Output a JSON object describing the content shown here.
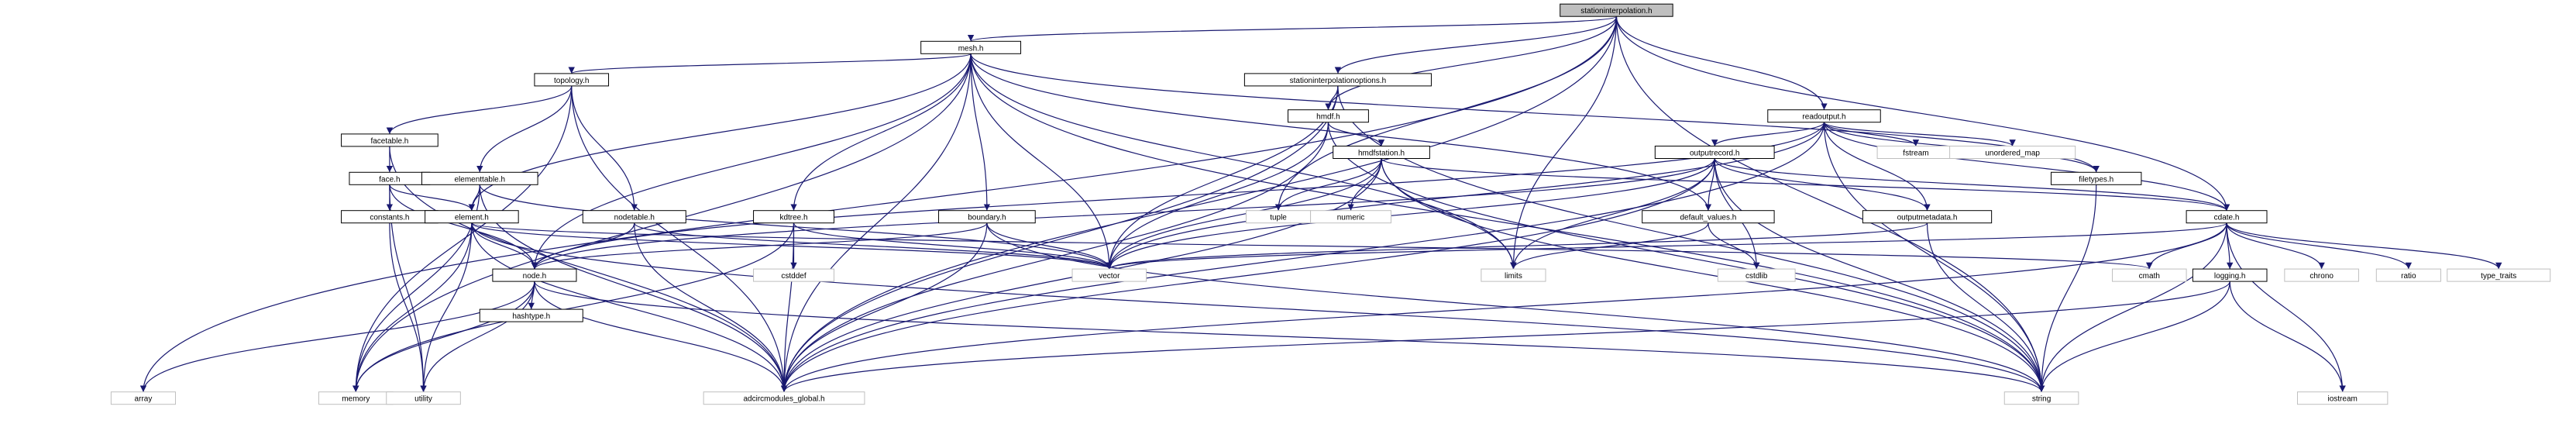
{
  "graph": {
    "colors": {
      "edge": "#191970",
      "root_fill": "#bfbfbf",
      "node_border": "#000000",
      "system_border": "#bfbfbf",
      "background": "#ffffff"
    },
    "nodes": {
      "stationinterpolation_h": "stationinterpolation.h",
      "mesh_h": "mesh.h",
      "topology_h": "topology.h",
      "facetable_h": "facetable.h",
      "face_h": "face.h",
      "constants_h": "constants.h",
      "elementtable_h": "elementtable.h",
      "element_h": "element.h",
      "nodetable_h": "nodetable.h",
      "node_h": "node.h",
      "hashtype_h": "hashtype.h",
      "kdtree_h": "kdtree.h",
      "boundary_h": "boundary.h",
      "stationinterpolationoptions_h": "stationinterpolationoptions.h",
      "hmdf_h": "hmdf.h",
      "hmdfstation_h": "hmdfstation.h",
      "readoutput_h": "readoutput.h",
      "outputrecord_h": "outputrecord.h",
      "default_values_h": "default_values.h",
      "outputmetadata_h": "outputmetadata.h",
      "filetypes_h": "filetypes.h",
      "cdate_h": "cdate.h",
      "logging_h": "logging.h",
      "adcircmodules_global_h": "adcircmodules_global.h",
      "array": "array",
      "memory": "memory",
      "utility": "utility",
      "vector": "vector",
      "limits": "limits",
      "string": "string",
      "tuple": "tuple",
      "numeric": "numeric",
      "cstddef": "cstddef",
      "cstdlib": "cstdlib",
      "cmath": "cmath",
      "chrono": "chrono",
      "ratio": "ratio",
      "type_traits": "type_traits",
      "iostream": "iostream",
      "fstream": "fstream",
      "unordered_map": "unordered_map"
    },
    "edges": [
      [
        "stationinterpolation_h",
        "mesh_h"
      ],
      [
        "stationinterpolation_h",
        "stationinterpolationoptions_h"
      ],
      [
        "stationinterpolation_h",
        "hmdf_h"
      ],
      [
        "stationinterpolation_h",
        "readoutput_h"
      ],
      [
        "stationinterpolation_h",
        "cdate_h"
      ],
      [
        "stationinterpolation_h",
        "adcircmodules_global_h"
      ],
      [
        "stationinterpolation_h",
        "array"
      ],
      [
        "stationinterpolation_h",
        "tuple"
      ],
      [
        "stationinterpolation_h",
        "limits"
      ],
      [
        "stationinterpolation_h",
        "string"
      ],
      [
        "mesh_h",
        "topology_h"
      ],
      [
        "mesh_h",
        "element_h"
      ],
      [
        "mesh_h",
        "node_h"
      ],
      [
        "mesh_h",
        "kdtree_h"
      ],
      [
        "mesh_h",
        "boundary_h"
      ],
      [
        "mesh_h",
        "adcircmodules_global_h"
      ],
      [
        "mesh_h",
        "default_values_h"
      ],
      [
        "mesh_h",
        "filetypes_h"
      ],
      [
        "mesh_h",
        "memory"
      ],
      [
        "mesh_h",
        "vector"
      ],
      [
        "mesh_h",
        "limits"
      ],
      [
        "mesh_h",
        "string"
      ],
      [
        "topology_h",
        "facetable_h"
      ],
      [
        "topology_h",
        "elementtable_h"
      ],
      [
        "topology_h",
        "nodetable_h"
      ],
      [
        "topology_h",
        "memory"
      ],
      [
        "topology_h",
        "adcircmodules_global_h"
      ],
      [
        "facetable_h",
        "face_h"
      ],
      [
        "facetable_h",
        "adcircmodules_global_h"
      ],
      [
        "face_h",
        "constants_h"
      ],
      [
        "face_h",
        "element_h"
      ],
      [
        "face_h",
        "node_h"
      ],
      [
        "face_h",
        "utility"
      ],
      [
        "constants_h",
        "utility"
      ],
      [
        "elementtable_h",
        "element_h"
      ],
      [
        "elementtable_h",
        "memory"
      ],
      [
        "elementtable_h",
        "vector"
      ],
      [
        "elementtable_h",
        "adcircmodules_global_h"
      ],
      [
        "element_h",
        "node_h"
      ],
      [
        "element_h",
        "memory"
      ],
      [
        "element_h",
        "utility"
      ],
      [
        "element_h",
        "vector"
      ],
      [
        "element_h",
        "adcircmodules_global_h"
      ],
      [
        "element_h",
        "cmath"
      ],
      [
        "element_h",
        "string"
      ],
      [
        "nodetable_h",
        "node_h"
      ],
      [
        "nodetable_h",
        "vector"
      ],
      [
        "nodetable_h",
        "adcircmodules_global_h"
      ],
      [
        "node_h",
        "hashtype_h"
      ],
      [
        "node_h",
        "array"
      ],
      [
        "node_h",
        "memory"
      ],
      [
        "node_h",
        "utility"
      ],
      [
        "node_h",
        "adcircmodules_global_h"
      ],
      [
        "node_h",
        "string"
      ],
      [
        "kdtree_h",
        "cstddef"
      ],
      [
        "kdtree_h",
        "vector"
      ],
      [
        "kdtree_h",
        "memory"
      ],
      [
        "kdtree_h",
        "adcircmodules_global_h"
      ],
      [
        "boundary_h",
        "node_h"
      ],
      [
        "boundary_h",
        "vector"
      ],
      [
        "boundary_h",
        "adcircmodules_global_h"
      ],
      [
        "boundary_h",
        "string"
      ],
      [
        "stationinterpolationoptions_h",
        "hmdf_h"
      ],
      [
        "stationinterpolationoptions_h",
        "adcircmodules_global_h"
      ],
      [
        "stationinterpolationoptions_h",
        "vector"
      ],
      [
        "stationinterpolationoptions_h",
        "string"
      ],
      [
        "hmdf_h",
        "hmdfstation_h"
      ],
      [
        "hmdf_h",
        "adcircmodules_global_h"
      ],
      [
        "hmdf_h",
        "vector"
      ],
      [
        "hmdf_h",
        "string"
      ],
      [
        "hmdfstation_h",
        "cdate_h"
      ],
      [
        "hmdfstation_h",
        "tuple"
      ],
      [
        "hmdfstation_h",
        "numeric"
      ],
      [
        "hmdfstation_h",
        "limits"
      ],
      [
        "hmdfstation_h",
        "vector"
      ],
      [
        "hmdfstation_h",
        "adcircmodules_global_h"
      ],
      [
        "hmdfstation_h",
        "string"
      ],
      [
        "readoutput_h",
        "outputrecord_h"
      ],
      [
        "readoutput_h",
        "outputmetadata_h"
      ],
      [
        "readoutput_h",
        "filetypes_h"
      ],
      [
        "readoutput_h",
        "cdate_h"
      ],
      [
        "readoutput_h",
        "fstream"
      ],
      [
        "readoutput_h",
        "unordered_map"
      ],
      [
        "readoutput_h",
        "node_h"
      ],
      [
        "readoutput_h",
        "vector"
      ],
      [
        "readoutput_h",
        "adcircmodules_global_h"
      ],
      [
        "readoutput_h",
        "string"
      ],
      [
        "outputrecord_h",
        "default_values_h"
      ],
      [
        "outputrecord_h",
        "outputmetadata_h"
      ],
      [
        "outputrecord_h",
        "cdate_h"
      ],
      [
        "outputrecord_h",
        "node_h"
      ],
      [
        "outputrecord_h",
        "vector"
      ],
      [
        "outputrecord_h",
        "limits"
      ],
      [
        "outputrecord_h",
        "cstdlib"
      ],
      [
        "outputrecord_h",
        "adcircmodules_global_h"
      ],
      [
        "outputrecord_h",
        "string"
      ],
      [
        "default_values_h",
        "limits"
      ],
      [
        "default_values_h",
        "cstdlib"
      ],
      [
        "outputmetadata_h",
        "vector"
      ],
      [
        "outputmetadata_h",
        "string"
      ],
      [
        "filetypes_h",
        "string"
      ],
      [
        "cdate_h",
        "logging_h"
      ],
      [
        "cdate_h",
        "chrono"
      ],
      [
        "cdate_h",
        "ratio"
      ],
      [
        "cdate_h",
        "type_traits"
      ],
      [
        "cdate_h",
        "cmath"
      ],
      [
        "cdate_h",
        "iostream"
      ],
      [
        "cdate_h",
        "vector"
      ],
      [
        "cdate_h",
        "string"
      ],
      [
        "cdate_h",
        "adcircmodules_global_h"
      ],
      [
        "logging_h",
        "iostream"
      ],
      [
        "logging_h",
        "string"
      ],
      [
        "logging_h",
        "adcircmodules_global_h"
      ]
    ]
  }
}
